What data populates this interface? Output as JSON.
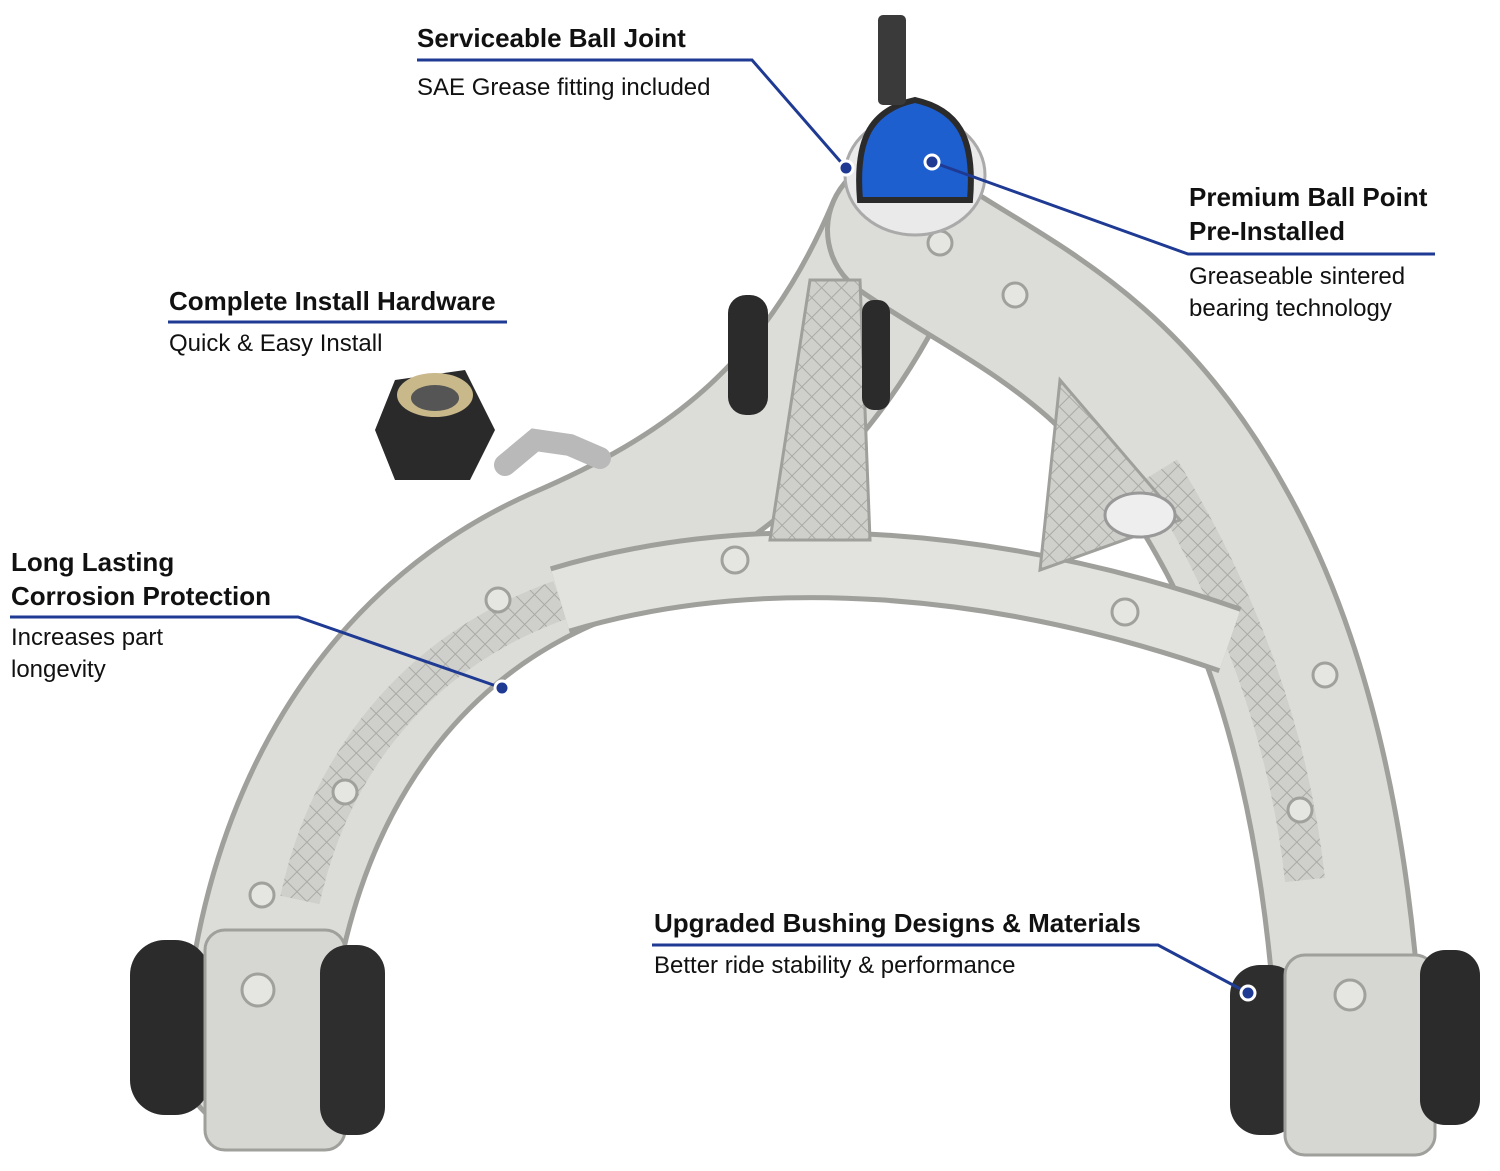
{
  "colors": {
    "accent": "#1f3a93",
    "aluminum": "#d8d8d4",
    "rubber": "#2b2b2b",
    "boot": "#1e5fd0"
  },
  "callouts": [
    {
      "title": "Serviceable Ball Joint",
      "subtitle": "SAE Grease fitting included"
    },
    {
      "title_lines": [
        "Premium Ball Point",
        "Pre-Installed"
      ],
      "subtitle_lines": [
        "Greaseable sintered",
        "bearing technology"
      ]
    },
    {
      "title": "Complete Install Hardware",
      "subtitle": "Quick & Easy Install"
    },
    {
      "title_lines": [
        "Long Lasting",
        "Corrosion Protection"
      ],
      "subtitle_lines": [
        "Increases part",
        "longevity"
      ]
    },
    {
      "title": "Upgraded Bushing Designs & Materials",
      "subtitle": "Better ride stability & performance"
    }
  ]
}
